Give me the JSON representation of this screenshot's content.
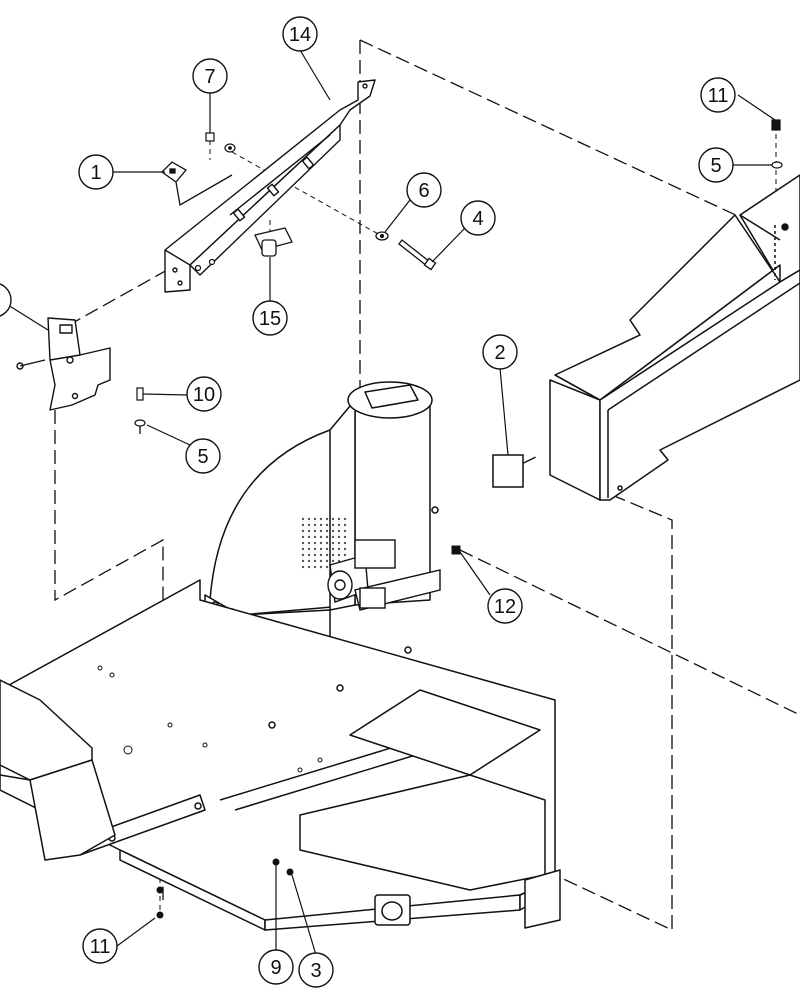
{
  "colors": {
    "ink": "#111111",
    "paper": "#ffffff",
    "hatch": "#555555"
  },
  "callouts": [
    {
      "id": "c1",
      "label": "1"
    },
    {
      "id": "c2",
      "label": "2"
    },
    {
      "id": "c3",
      "label": "3"
    },
    {
      "id": "c4",
      "label": "4"
    },
    {
      "id": "c5a",
      "label": "5"
    },
    {
      "id": "c5b",
      "label": "5"
    },
    {
      "id": "c6",
      "label": "6"
    },
    {
      "id": "c7",
      "label": "7"
    },
    {
      "id": "c9",
      "label": "9"
    },
    {
      "id": "c10",
      "label": "10"
    },
    {
      "id": "c11a",
      "label": "11"
    },
    {
      "id": "c11b",
      "label": "11"
    },
    {
      "id": "c12",
      "label": "12"
    },
    {
      "id": "c14",
      "label": "14"
    },
    {
      "id": "c15",
      "label": "15"
    }
  ]
}
